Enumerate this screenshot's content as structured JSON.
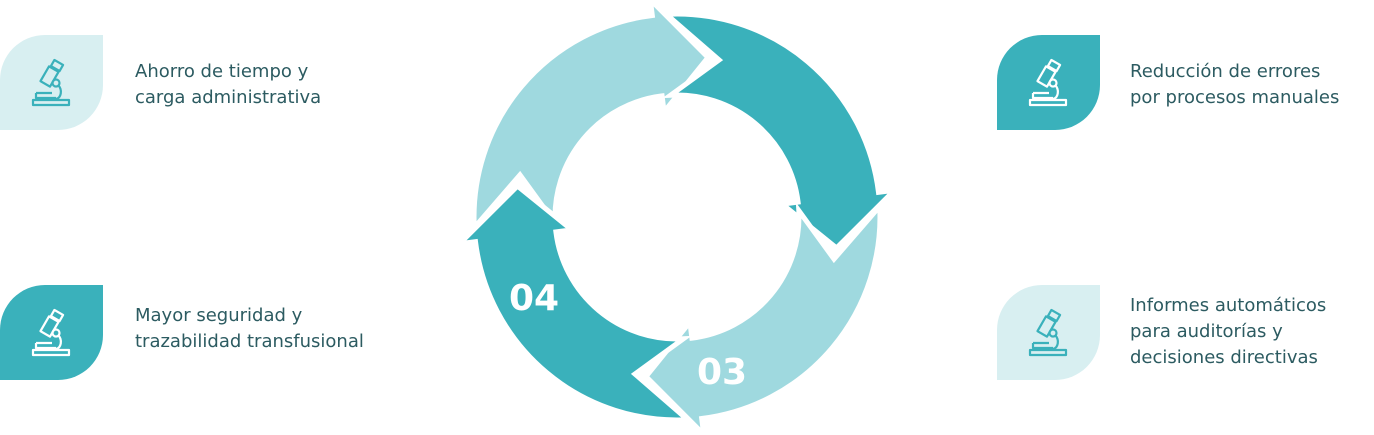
{
  "colors": {
    "light": "#9fd9df",
    "dark": "#3ab1bb",
    "text": "#2c5b61"
  },
  "benefits": [
    {
      "label": "Ahorro de tiempo y\ncarga administrativa",
      "icon": "microscope-icon"
    },
    {
      "label": "Mayor seguridad y\ntrazabilidad transfusional",
      "icon": "microscope-icon"
    },
    {
      "label": "Reducción de errores\npor procesos manuales",
      "icon": "microscope-icon"
    },
    {
      "label": "Informes automáticos\npara auditorías y\ndecisiones directivas",
      "icon": "microscope-icon"
    }
  ],
  "cycle": {
    "step3": "03",
    "step4": "04"
  }
}
